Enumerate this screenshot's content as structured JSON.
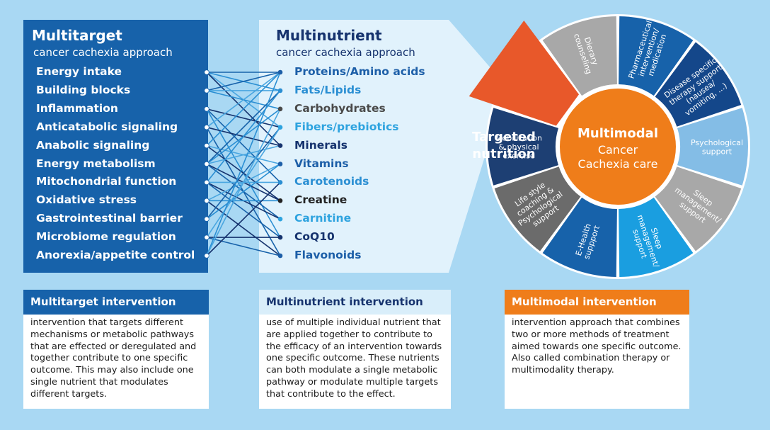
{
  "multitarget": {
    "title": "Multitarget",
    "subtitle": "cancer cachexia approach",
    "items": [
      "Energy intake",
      "Building blocks",
      "Inflammation",
      "Anticatabolic signaling",
      "Anabolic signaling",
      "Energy metabolism",
      "Mitochondrial function",
      "Oxidative stress",
      "Gastrointestinal barrier",
      "Microbiome regulation",
      "Anorexia/appetite control"
    ]
  },
  "multinutrient": {
    "title": "Multinutrient",
    "subtitle": "cancer cachexia approach",
    "items": [
      {
        "label": "Proteins/Amino acids",
        "color": "#1d5fa8"
      },
      {
        "label": "Fats/Lipids",
        "color": "#2b8fd3"
      },
      {
        "label": "Carbohydrates",
        "color": "#4a4a4a"
      },
      {
        "label": "Fibers/prebiotics",
        "color": "#2ea3df"
      },
      {
        "label": "Minerals",
        "color": "#16336e"
      },
      {
        "label": "Vitamins",
        "color": "#1d5fa8"
      },
      {
        "label": "Carotenoids",
        "color": "#2b8fd3"
      },
      {
        "label": "Creatine",
        "color": "#222222"
      },
      {
        "label": "Carnitine",
        "color": "#2ea3df"
      },
      {
        "label": "CoQ10",
        "color": "#16336e"
      },
      {
        "label": "Flavonoids",
        "color": "#1d5fa8"
      }
    ]
  },
  "wheel": {
    "center_title": "Multimodal",
    "center_sub1": "Cancer",
    "center_sub2": "Cachexia care",
    "targeted_line1": "Targeted",
    "targeted_line2": "nutrition",
    "segments": [
      {
        "lines": [
          "Pharmaceutical",
          "intervention/",
          "medication"
        ],
        "color": "#1762aa"
      },
      {
        "lines": [
          "Disease specific",
          "therapy support",
          "(nausea/",
          "vomiting, ...)"
        ],
        "color": "#14478a"
      },
      {
        "lines": [
          "Psychological",
          "support"
        ],
        "color": "#84bde6"
      },
      {
        "lines": [
          "Sleep",
          "management/",
          "support"
        ],
        "color": "#a8a8a8"
      },
      {
        "lines": [
          "Sleep",
          "management/",
          "support"
        ],
        "color": "#1a9ee0"
      },
      {
        "lines": [
          "E-Health",
          "suppport"
        ],
        "color": "#1762aa"
      },
      {
        "lines": [
          "Life style",
          "coaching &",
          "Psychological",
          "support"
        ],
        "color": "#6b6b6b"
      },
      {
        "lines": [
          "Mobilization",
          "& physical",
          "exercise"
        ],
        "color": "#1d3f73"
      },
      {
        "lines": [],
        "color": "#e8582a"
      },
      {
        "lines": [
          "Dierary",
          "counseling"
        ],
        "color": "#a8a8a8"
      }
    ],
    "colors": {
      "center": "#ef7d1a",
      "targeted": "#e8582a"
    }
  },
  "cards": [
    {
      "title": "Multitarget intervention",
      "head_bg": "#1762aa",
      "head_fg": "#ffffff",
      "lines": [
        "intervention that targets different",
        "mechanisms or metabolic pathways",
        "that are effected or deregulated and",
        "together contribute to one specific",
        "outcome. This may also include one",
        "single nutrient that modulates",
        "different targets."
      ]
    },
    {
      "title": "Multinutrient intervention",
      "head_bg": "#d9eefa",
      "head_fg": "#16336e",
      "lines": [
        "use of multiple individual nutrient that",
        "are applied together to contribute to",
        "the efficacy of an intervention towards",
        "one specific outcome. These nutrients",
        "can both modulate a single metabolic",
        "pathway or modulate multiple targets",
        "that contribute to the effect."
      ]
    },
    {
      "title": "Multimodal intervention",
      "head_bg": "#ef7d1a",
      "head_fg": "#ffffff",
      "lines": [
        "intervention approach that combines",
        "two or more methods of treatment",
        "aimed towards one specific outcome.",
        "Also called combination therapy or",
        "multimodality therapy."
      ]
    }
  ],
  "links": [
    [
      0,
      0
    ],
    [
      0,
      1
    ],
    [
      0,
      3
    ],
    [
      0,
      4
    ],
    [
      1,
      0
    ],
    [
      1,
      2
    ],
    [
      1,
      1
    ],
    [
      2,
      3
    ],
    [
      2,
      6
    ],
    [
      2,
      9
    ],
    [
      3,
      0
    ],
    [
      3,
      4
    ],
    [
      3,
      10
    ],
    [
      4,
      0
    ],
    [
      4,
      5
    ],
    [
      4,
      7
    ],
    [
      5,
      1
    ],
    [
      5,
      2
    ],
    [
      5,
      4
    ],
    [
      5,
      7
    ],
    [
      5,
      8
    ],
    [
      6,
      1
    ],
    [
      6,
      6
    ],
    [
      6,
      8
    ],
    [
      6,
      9
    ],
    [
      7,
      7
    ],
    [
      7,
      5
    ],
    [
      7,
      10
    ],
    [
      8,
      3
    ],
    [
      8,
      5
    ],
    [
      9,
      3
    ],
    [
      9,
      9
    ],
    [
      9,
      10
    ],
    [
      10,
      0
    ],
    [
      10,
      2
    ],
    [
      10,
      6
    ]
  ],
  "link_colors": [
    "#1762aa",
    "#2b8fd3",
    "#4aa6e0",
    "#16336e"
  ]
}
